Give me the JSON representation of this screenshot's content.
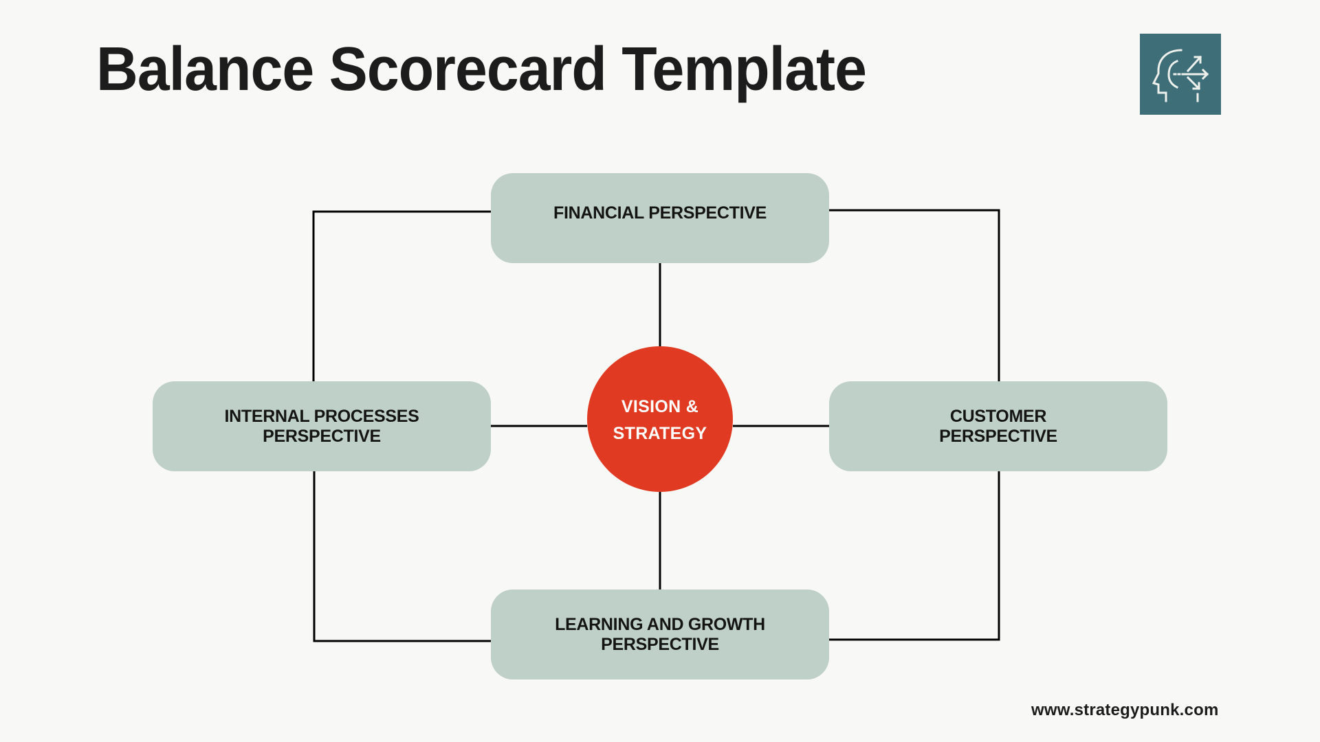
{
  "header": {
    "title": "Balance Scorecard Template",
    "logo_icon": "head-strategy-arrows-icon",
    "logo_bg_color": "#3e6e78"
  },
  "diagram": {
    "center": {
      "label": "VISION &\nSTRATEGY",
      "color": "#e03b22"
    },
    "perspectives": [
      {
        "id": "financial",
        "label": "FINANCIAL PERSPECTIVE",
        "position": "top"
      },
      {
        "id": "internal",
        "label": "INTERNAL PROCESSES\nPERSPECTIVE",
        "position": "left"
      },
      {
        "id": "customer",
        "label": "CUSTOMER\nPERSPECTIVE",
        "position": "right"
      },
      {
        "id": "learning",
        "label": "LEARNING AND GROWTH\nPERSPECTIVE",
        "position": "bottom"
      }
    ],
    "box_color": "#bfd0c8",
    "connector_color": "#000000"
  },
  "footer": {
    "url": "www.strategypunk.com"
  }
}
